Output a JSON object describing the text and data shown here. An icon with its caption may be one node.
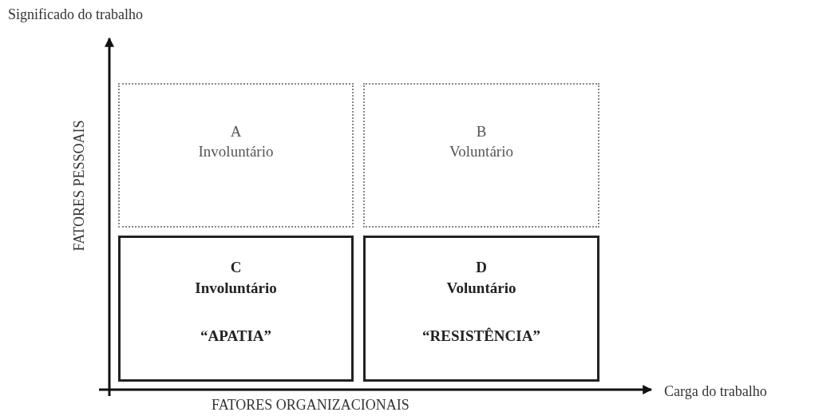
{
  "diagram": {
    "nodes": [
      {
        "text": [
          "A",
          "Involuntário"
        ]
      },
      {
        "text": [
          "B",
          "Voluntário"
        ]
      },
      {
        "text": [
          "C",
          "Involuntário",
          "“APATIA”"
        ]
      },
      {
        "text": [
          "D",
          "Voluntário",
          "“RESISTÊNCIA”"
        ]
      }
    ],
    "edges": [],
    "labels": [
      "Significado do trabalho",
      "FATORES PESSOAIS",
      "Carga do trabalho",
      "FATORES ORGANIZACIONAIS"
    ]
  }
}
